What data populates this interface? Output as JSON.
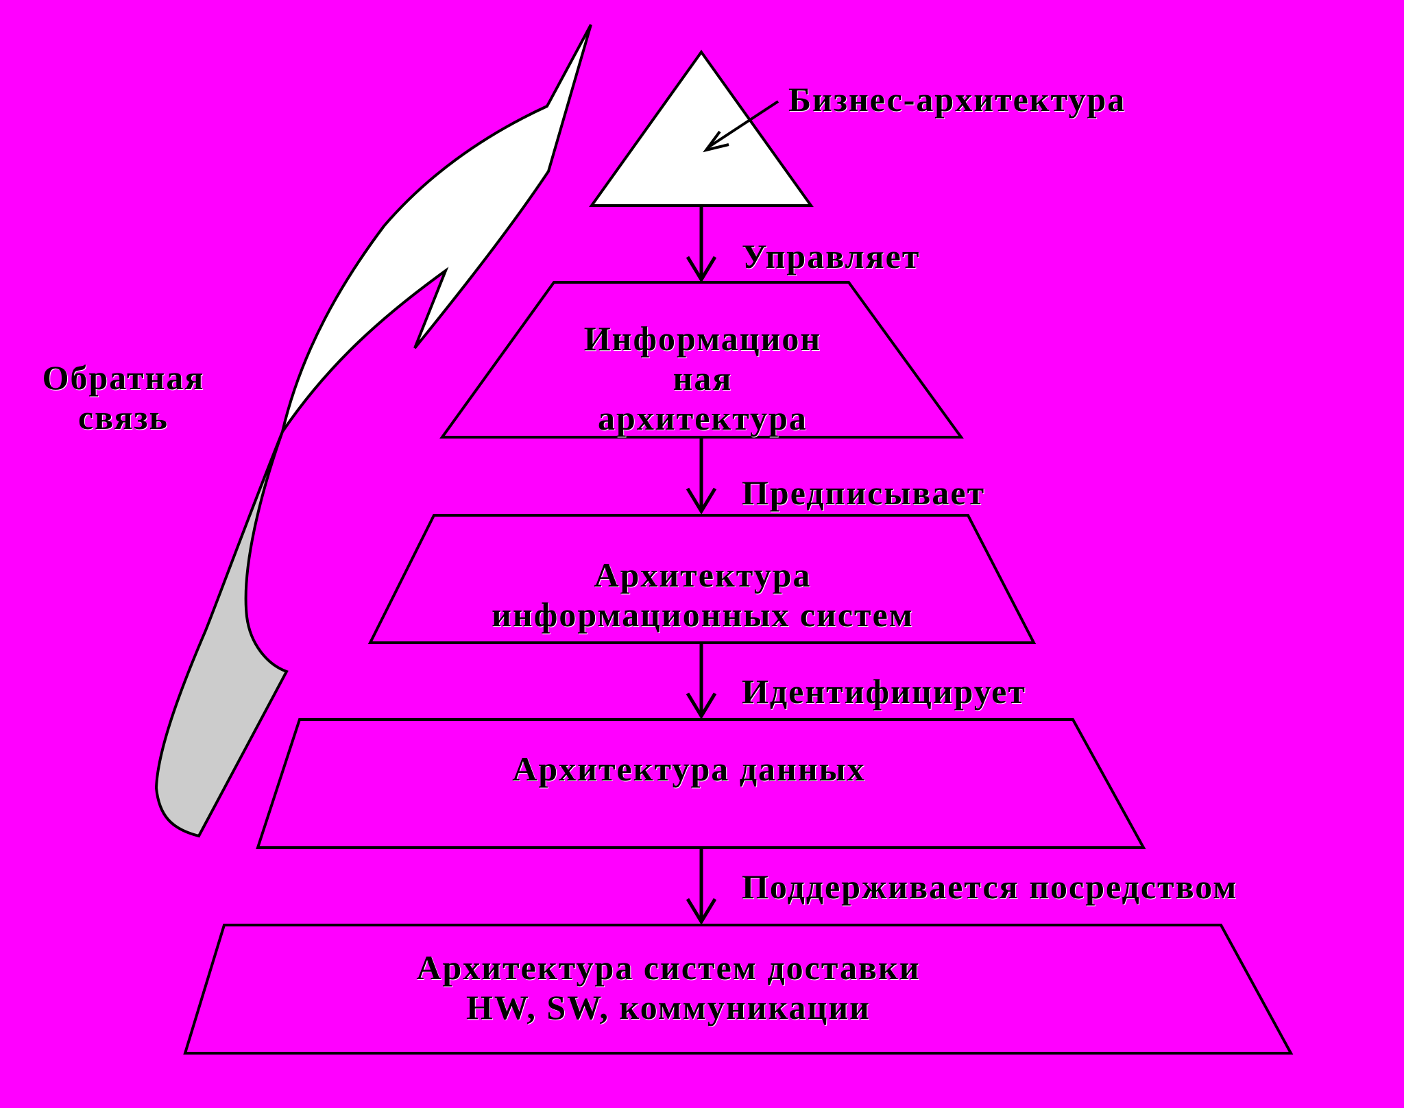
{
  "diagram": {
    "background": "#ff00ff",
    "levels": [
      {
        "label": "Бизнес-архитектура"
      },
      {
        "lines": [
          "Информацион",
          "ная",
          "архитектура"
        ]
      },
      {
        "lines": [
          "Архитектура",
          "информационных систем"
        ]
      },
      {
        "lines": [
          "Архитектура данных"
        ]
      },
      {
        "lines": [
          "Архитектура систем доставки",
          "HW, SW, коммуникации"
        ]
      }
    ],
    "relations": [
      "Управляет",
      "Предписывает",
      "Идентифицирует",
      "Поддерживается посредством"
    ],
    "feedback_lines": [
      "Обратная",
      "связь"
    ],
    "colors": {
      "fill_white": "#ffffff",
      "fill_grey": "#cccccc",
      "outline": "#000000"
    }
  }
}
